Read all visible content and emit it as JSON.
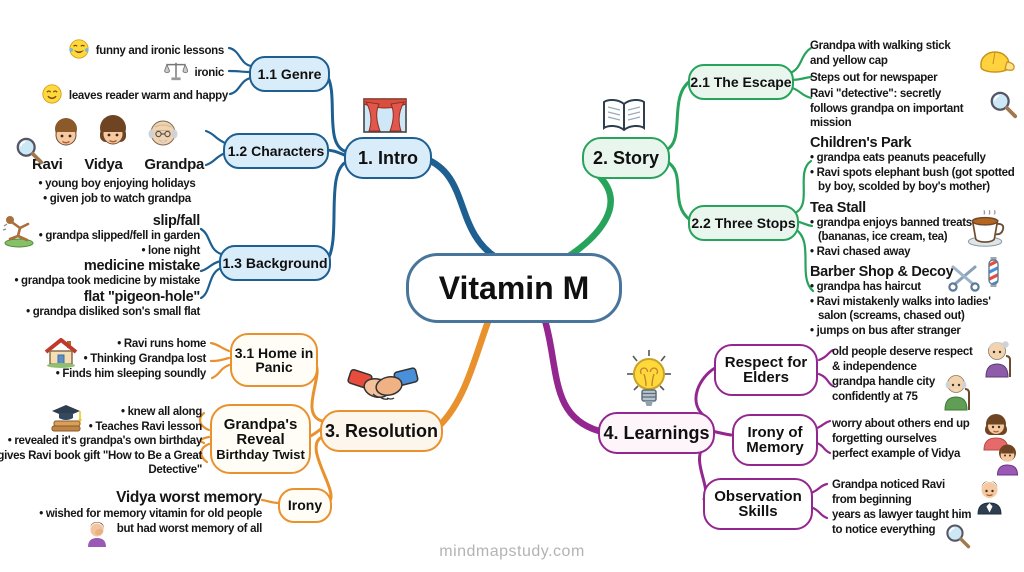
{
  "watermark": "mindmapstudy.com",
  "center": {
    "title": "Vitamin M"
  },
  "colors": {
    "blue": "#1d5f91",
    "green": "#28a35c",
    "orange": "#e8912d",
    "purple": "#93278f",
    "center_border": "#49759c"
  },
  "intro": {
    "label": "1. Intro",
    "icon": "theater-curtains-icon",
    "genre": {
      "label": "1.1 Genre",
      "items": [
        {
          "text": "funny and ironic lessons",
          "icon": "laughing-face-emoji"
        },
        {
          "text": "ironic",
          "icon": "balance-scale-icon"
        },
        {
          "text": "leaves reader warm and happy",
          "icon": "smiling-face-emoji"
        }
      ]
    },
    "characters": {
      "label": "1.2 Characters",
      "icon": "magnifying-glass-icon",
      "names": [
        "Ravi",
        "Vidya",
        "Grandpa"
      ],
      "bullets": [
        "• young boy enjoying holidays",
        "• given job to watch grandpa"
      ]
    },
    "background": {
      "label": "1.3 Background",
      "icon": "slipping-person-icon",
      "groups": [
        {
          "header": "slip/fall",
          "bullets": [
            "• grandpa slipped/fell in garden",
            "• lone night"
          ]
        },
        {
          "header": "medicine mistake",
          "bullets": [
            "• grandpa took medicine by mistake"
          ]
        },
        {
          "header": "flat \"pigeon-hole\"",
          "bullets": [
            "• grandpa disliked son's small flat"
          ]
        }
      ]
    }
  },
  "story": {
    "label": "2. Story",
    "icon": "open-book-icon",
    "escape": {
      "label": "2.1 The Escape",
      "items": [
        {
          "text": "Grandpa with walking stick and yellow cap",
          "icon": "yellow-cap-icon"
        },
        {
          "text": "Steps out for newspaper"
        },
        {
          "text": "Ravi \"detective\": secretly follows grandpa on important mission",
          "icon": "magnifying-glass-icon"
        }
      ]
    },
    "three_stops": {
      "label": "2.2 Three Stops",
      "groups": [
        {
          "header": "Children's Park",
          "bullets": [
            "• grandpa eats peanuts peacefully",
            "• Ravi spots elephant bush (got spotted by boy, scolded by boy's mother)"
          ]
        },
        {
          "header": "Tea Stall",
          "icon": "teacup-icon",
          "bullets": [
            "• grandpa enjoys banned treats (bananas, ice cream, tea)",
            "• Ravi chased away"
          ]
        },
        {
          "header": "Barber Shop & Decoy",
          "icon": "scissors-and-barber-pole-icon",
          "bullets": [
            "• grandpa has haircut",
            "• Ravi mistakenly walks into ladies' salon (screams, chased out)",
            "• jumps on bus after stranger"
          ]
        }
      ]
    }
  },
  "resolution": {
    "label": "3. Resolution",
    "icon": "handshake-icon",
    "home_panic": {
      "label": "3.1 Home in Panic",
      "icon": "house-icon",
      "bullets": [
        "• Ravi runs home",
        "• Thinking Grandpa lost",
        "• Finds him sleeping soundly"
      ]
    },
    "reveal": {
      "label": "Grandpa's Reveal",
      "sublabel": "Birthday Twist",
      "icon": "graduation-cap-books-icon",
      "bullets": [
        "• knew all along",
        "• Teaches Ravi lesson",
        "• revealed it's grandpa's own birthday",
        "• gives Ravi book gift \"How to Be a Great Detective\""
      ]
    },
    "irony": {
      "label": "Irony",
      "header": "Vidya worst memory",
      "icon": "facepalm-woman-icon",
      "bullets": [
        "• wished for memory vitamin for old people",
        "but had worst memory of all"
      ]
    }
  },
  "learnings": {
    "label": "4. Learnings",
    "icon": "lightbulb-icon",
    "respect": {
      "label": "Respect for Elders",
      "items": [
        {
          "text": "old people deserve respect & independence",
          "icon": "old-woman-icon"
        },
        {
          "text": "grandpa handle city confidently at 75",
          "icon": "old-man-icon"
        }
      ]
    },
    "irony_memory": {
      "label": "Irony of Memory",
      "items": [
        {
          "text": "worry about others end up forgetting ourselves",
          "icon": "woman-icon"
        },
        {
          "text": "perfect example of Vidya",
          "icon": "woman-purple-icon"
        }
      ]
    },
    "observation": {
      "label": "Observation Skills",
      "items": [
        {
          "text": "Grandpa noticed Ravi from beginning",
          "icon": "man-in-suit-icon"
        },
        {
          "text": "years as lawyer taught him to notice everything",
          "icon": "magnifying-glass-icon"
        }
      ]
    }
  }
}
